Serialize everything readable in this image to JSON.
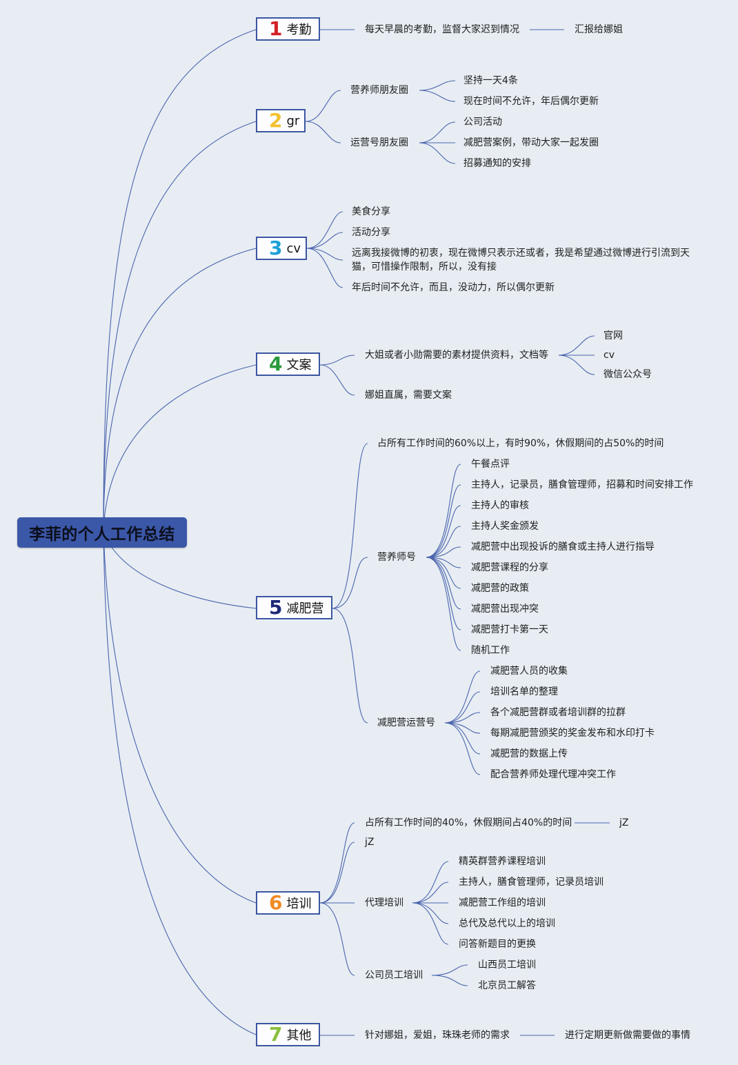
{
  "root": {
    "title": "李菲的个人工作总结"
  },
  "topics": [
    {
      "num": "1",
      "label": "考勤",
      "color": "#d42027"
    },
    {
      "num": "2",
      "label": "gr",
      "color": "#f2c12e"
    },
    {
      "num": "3",
      "label": "cv",
      "color": "#1aa0d8"
    },
    {
      "num": "4",
      "label": "文案",
      "color": "#2a9a3a"
    },
    {
      "num": "5",
      "label": "减肥营",
      "color": "#1d2a78"
    },
    {
      "num": "6",
      "label": "培训",
      "color": "#f08a24"
    },
    {
      "num": "7",
      "label": "其他",
      "color": "#8cbf3f"
    }
  ],
  "t1": {
    "item": "每天早晨的考勤，监督大家迟到情况",
    "report": "汇报给娜姐"
  },
  "t2": {
    "moments": "营养师朋友圈",
    "moments_items": [
      "坚持一天4条",
      "现在时间不允许，年后偶尔更新"
    ],
    "ops": "运营号朋友圈",
    "ops_items": [
      "公司活动",
      "减肥营案例，带动大家一起发圈",
      "招募通知的安排"
    ]
  },
  "t3": {
    "items": [
      "美食分享",
      "活动分享",
      "远离我接微博的初衷，现在微博只表示还或者，我是希望通过微博进行引流到天猫，可惜操作限制，所以，没有接",
      "年后时间不允许，而且，没动力，所以偶尔更新"
    ]
  },
  "t4": {
    "materials": "大姐或者小勋需要的素材提供资料，文档等",
    "materials_items": [
      "官网",
      "cv",
      "微信公众号"
    ],
    "direct": "娜姐直属，需要文案"
  },
  "t5": {
    "share": "占所有工作时间的60%以上，有时90%，休假期间的占50%的时间",
    "nutri": "营养师号",
    "nutri_items": [
      "午餐点评",
      "主持人，记录员，膳食管理师，招募和时间安排工作",
      "主持人的审核",
      "主持人奖金颁发",
      "减肥营中出现投诉的膳食或主持人进行指导",
      "减肥营课程的分享",
      "减肥营的政策",
      "减肥营出现冲突",
      "减肥营打卡第一天",
      "随机工作"
    ],
    "camp_ops": "减肥营运营号",
    "camp_ops_items": [
      "减肥营人员的收集",
      "培训名单的整理",
      "各个减肥营群或者培训群的拉群",
      "每期减肥营颁奖的奖金发布和水印打卡",
      "减肥营的数据上传",
      "配合营养师处理代理冲突工作"
    ]
  },
  "t6": {
    "share": "占所有工作时间的40%，休假期间占40%的时间",
    "share_tag": "jZ",
    "jz": "jZ",
    "agent": "代理培训",
    "agent_items": [
      "精英群营养课程培训",
      "主持人，膳食管理师，记录员培训",
      "减肥营工作组的培训",
      "总代及总代以上的培训",
      "问答新题目的更换"
    ],
    "staff": "公司员工培训",
    "staff_items": [
      "山西员工培训",
      "北京员工解答"
    ]
  },
  "t7": {
    "item": "针对娜姐，爱姐，珠珠老师的需求",
    "followup": "进行定期更新做需要做的事情"
  },
  "colors": {
    "line": "#3b55a0",
    "root_bg": "#3b57a8",
    "background": "#e7edf3"
  }
}
